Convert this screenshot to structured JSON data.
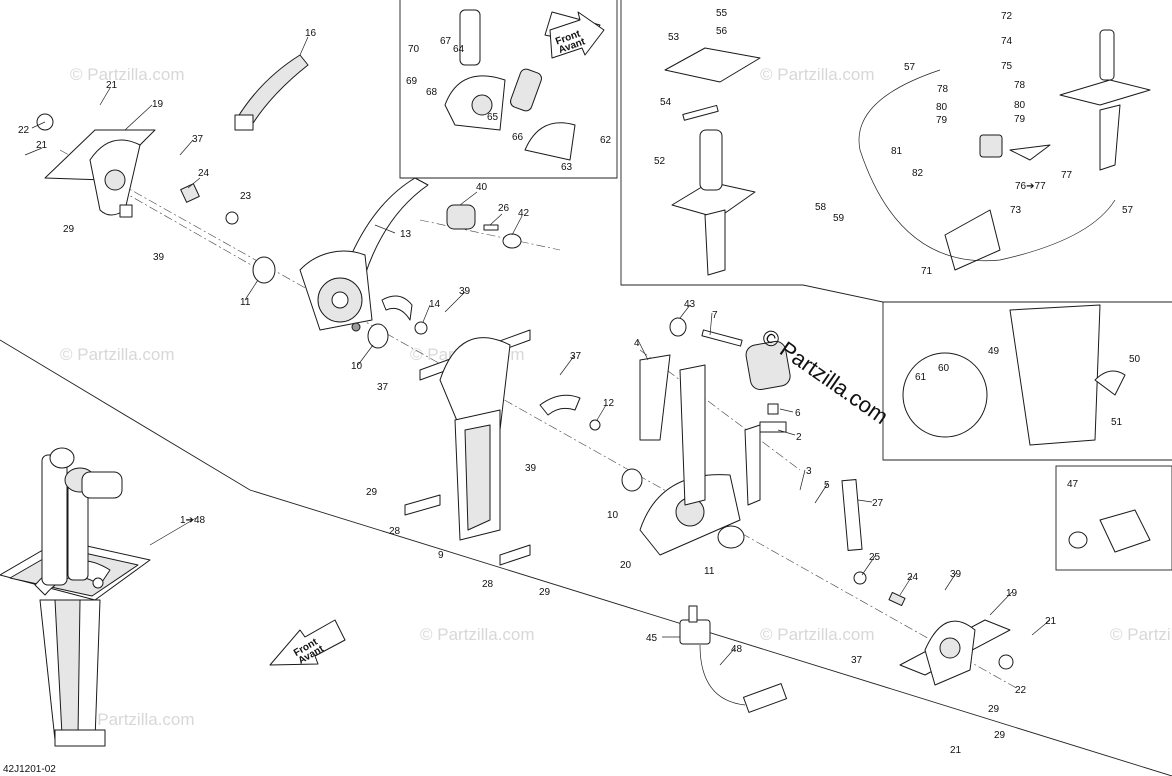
{
  "diagram_code": "42J1201-02",
  "copyright_text": "© Partzilla.com",
  "watermark_text": "© Partzilla.com",
  "front_arrow": {
    "line1": "Front",
    "line2": "Avant"
  },
  "callouts": {
    "c1": "1➔48",
    "c2": "2",
    "c3": "3",
    "c4": "4",
    "c5": "5",
    "c6": "6",
    "c7": "7",
    "c9": "9",
    "c10a": "10",
    "c10b": "10",
    "c11a": "11",
    "c11b": "11",
    "c12": "12",
    "c13": "13",
    "c14": "14",
    "c16": "16",
    "c19a": "19",
    "c19b": "19",
    "c20": "20",
    "c21a": "21",
    "c21b": "21",
    "c21c": "21",
    "c21d": "21",
    "c22a": "22",
    "c22b": "22",
    "c23": "23",
    "c24a": "24",
    "c24b": "24",
    "c25": "25",
    "c26": "26",
    "c27": "27",
    "c28a": "28",
    "c28b": "28",
    "c29a": "29",
    "c29b": "29",
    "c29c": "29",
    "c29d": "29",
    "c29e": "29",
    "c37a": "37",
    "c37b": "37",
    "c37c": "37",
    "c37d": "37",
    "c39a": "39",
    "c39b": "39",
    "c39c": "39",
    "c39d": "39",
    "c40": "40",
    "c42": "42",
    "c43": "43",
    "c45": "45",
    "c47": "47",
    "c48": "48",
    "c49": "49",
    "c50": "50",
    "c51": "51",
    "c52": "52",
    "c53": "53",
    "c54": "54",
    "c55": "55",
    "c56": "56",
    "c57a": "57",
    "c57b": "57",
    "c58": "58",
    "c59": "59",
    "c60": "60",
    "c61": "61",
    "c62": "62",
    "c63": "63",
    "c64": "64",
    "c65": "65",
    "c66": "66",
    "c67": "67",
    "c68": "68",
    "c69": "69",
    "c70": "70",
    "c71": "71",
    "c72": "72",
    "c73": "73",
    "c74": "74",
    "c75": "75",
    "c76": "76➔77",
    "c77": "77",
    "c78a": "78",
    "c78b": "78",
    "c79a": "79",
    "c79b": "79",
    "c80a": "80",
    "c80b": "80",
    "c81": "81",
    "c82": "82"
  }
}
